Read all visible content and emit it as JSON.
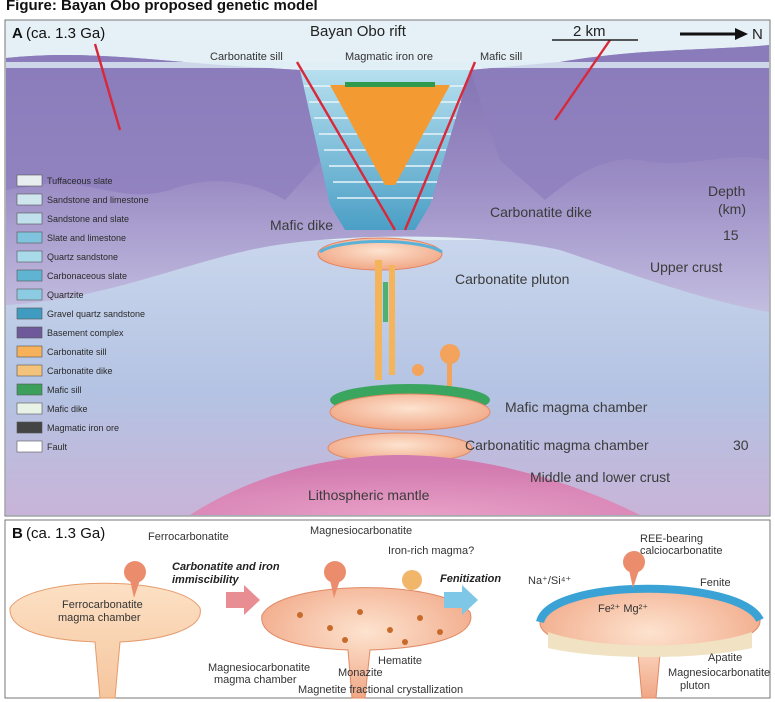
{
  "header": {
    "cut_text": "Figure: Bayan Obo proposed genetic model"
  },
  "panel_a": {
    "tag": "A",
    "age": "(ca. 1.3 Ga)",
    "rift": "Bayan Obo rift",
    "scale": "2 km",
    "north": "N",
    "labels": {
      "carbonatite_sill": "Carbonatite sill",
      "iron_ore": "Magmatic iron ore",
      "mafic_sill": "Mafic sill",
      "mafic_dike": "Mafic dike",
      "carbonatite_dike": "Carbonatite dike",
      "pluton": "Carbonatite pluton",
      "mafic_chamber": "Mafic magma chamber",
      "carb_chamber": "Carbonatitic magma chamber",
      "lower_crust": "Middle and lower crust",
      "upper_crust": "Upper crust",
      "mantle": "Lithospheric mantle",
      "depth": "Depth",
      "km": "(km)",
      "d15": "15",
      "d30": "30"
    },
    "legend": [
      {
        "label": "Tuffaceous slate",
        "color": "#e8eef0"
      },
      {
        "label": "Sandstone and limestone",
        "color": "#cfe6ee"
      },
      {
        "label": "Sandstone and slate",
        "color": "#bfe0ec"
      },
      {
        "label": "Slate and limestone",
        "color": "#7fc3dc"
      },
      {
        "label": "Quartz sandstone",
        "color": "#a9daea"
      },
      {
        "label": "Carbonaceous slate",
        "color": "#5fb4d1"
      },
      {
        "label": "Quartzite",
        "color": "#8ccbe2"
      },
      {
        "label": "Gravel quartz sandstone",
        "color": "#3f9cc0"
      },
      {
        "label": "Basement complex",
        "color": "#6e5a9a"
      },
      {
        "label": "Carbonatite sill",
        "color": "#f6b15a"
      },
      {
        "label": "Carbonatite dike",
        "color": "#f3c27b"
      },
      {
        "label": "Mafic sill",
        "color": "#3da05a"
      },
      {
        "label": "Mafic dike",
        "color": "#e9f2e6"
      },
      {
        "label": "Magmatic iron ore",
        "color": "#444444"
      },
      {
        "label": "Fault",
        "color": "#ffffff"
      }
    ]
  },
  "panel_b": {
    "tag": "B",
    "age": "(ca. 1.3 Ga)",
    "ferro": "Ferrocarbonatite",
    "ferro_chamber1": "Ferrocarbonatite",
    "ferro_chamber2": "magma chamber",
    "step1_a": "Carbonatite and iron",
    "step1_b": "immiscibility",
    "magnesio": "Magnesiocarbonatite",
    "iron_rich": "Iron-rich magma?",
    "hematite": "Hematite",
    "monazite": "Monazite",
    "magnetite": "Magnetite fractional crystallization",
    "mg_chamber1": "Magnesiocarbonatite",
    "mg_chamber2": "magma chamber",
    "step2": "Fenitization",
    "ree1": "REE-bearing",
    "ree2": "calciocarbonatite",
    "fenite": "Fenite",
    "na_si": "Na⁺/Si⁴⁺",
    "fe_mg": "Fe²⁺ Mg²⁺",
    "apatite": "Apatite",
    "pluton1": "Magnesiocarbonatite",
    "pluton2": "pluton"
  }
}
